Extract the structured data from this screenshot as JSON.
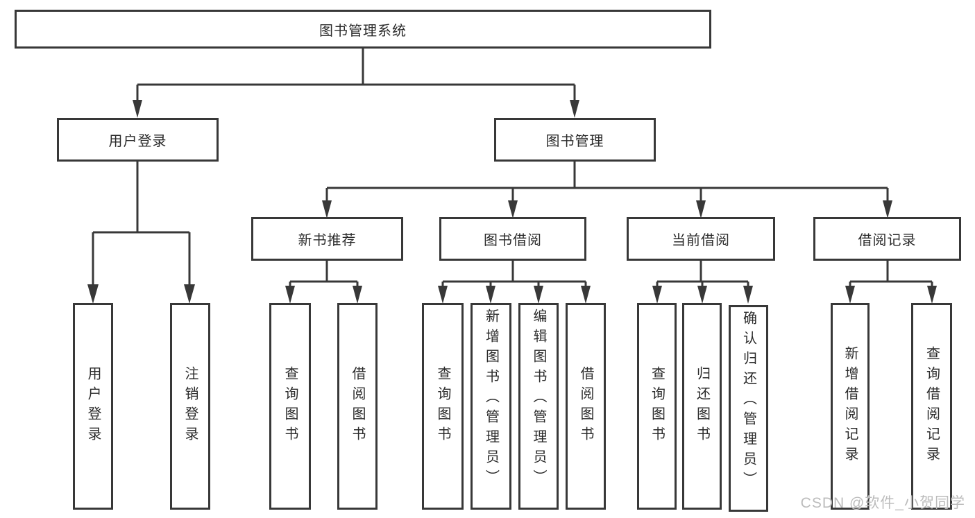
{
  "colors": {
    "line": "#383838",
    "text": "#2b2b2b",
    "watermark": "#bcbcbc",
    "background": "#ffffff"
  },
  "boxes": {
    "root": "图书管理系统",
    "user_login": "用户登录",
    "book_mgmt": "图书管理",
    "l2": [
      "新书推荐",
      "图书借阅",
      "当前借阅",
      "借阅记录"
    ],
    "leaves_user": [
      "用户登录",
      "注销登录"
    ],
    "leaves_recommend": [
      "查询图书",
      "借阅图书"
    ],
    "leaves_borrow": [
      "查询图书",
      "新增图书（管理员）",
      "编辑图书（管理员）",
      "借阅图书"
    ],
    "leaves_current": [
      "查询图书",
      "归还图书",
      "确认归还（管理员）"
    ],
    "leaves_record": [
      "新增借阅记录",
      "查询借阅记录"
    ]
  },
  "watermark": "CSDN @软件_小贺同学"
}
